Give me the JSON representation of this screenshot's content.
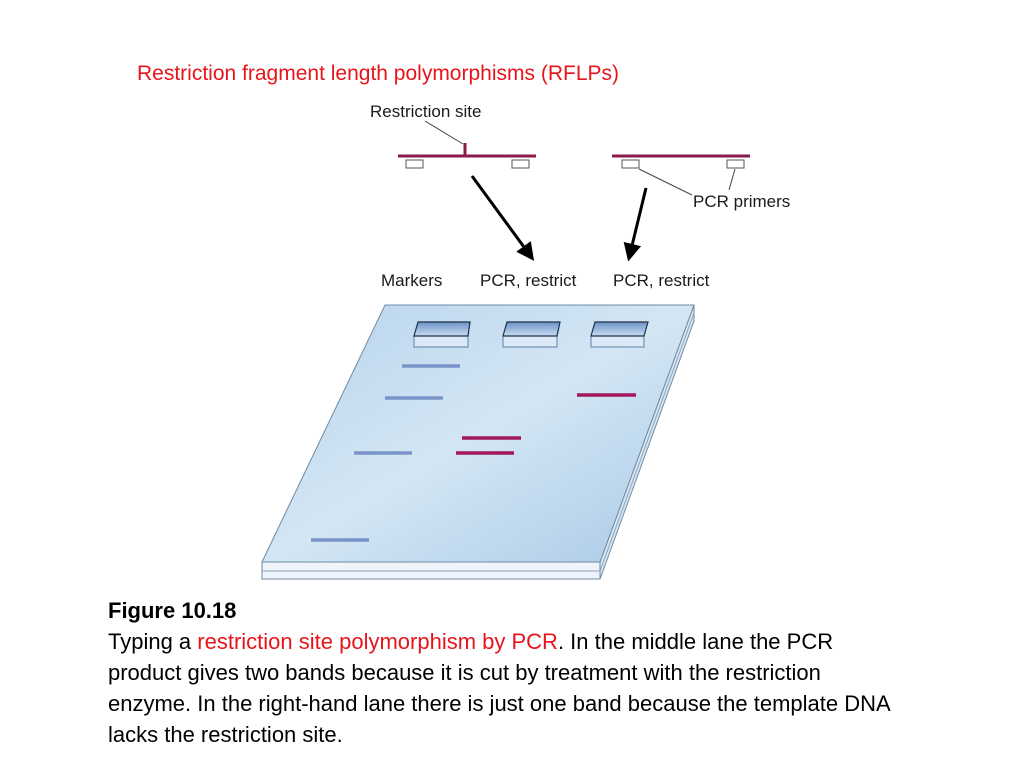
{
  "title": "Restriction fragment length polymorphisms (RFLPs)",
  "labels": {
    "restriction_site": "Restriction site",
    "pcr_primers": "PCR primers",
    "lane_markers": "Markers",
    "lane_middle": "PCR, restrict",
    "lane_right": "PCR, restrict"
  },
  "caption": {
    "figure_label": "Figure 10.18",
    "part1": "Typing a ",
    "highlight": "restriction site polymorphism by PCR",
    "part2": ". In the middle lane the PCR product gives two bands because it is cut by treatment with the restriction enzyme. In the right-hand lane there is just one band because the template DNA lacks the restriction site."
  },
  "colors": {
    "title": "#e8141c",
    "dna_strand": "#8b1a4a",
    "marker_band": "#7a93c9",
    "sample_band": "#a3175d",
    "gel": "#c4dcef"
  }
}
